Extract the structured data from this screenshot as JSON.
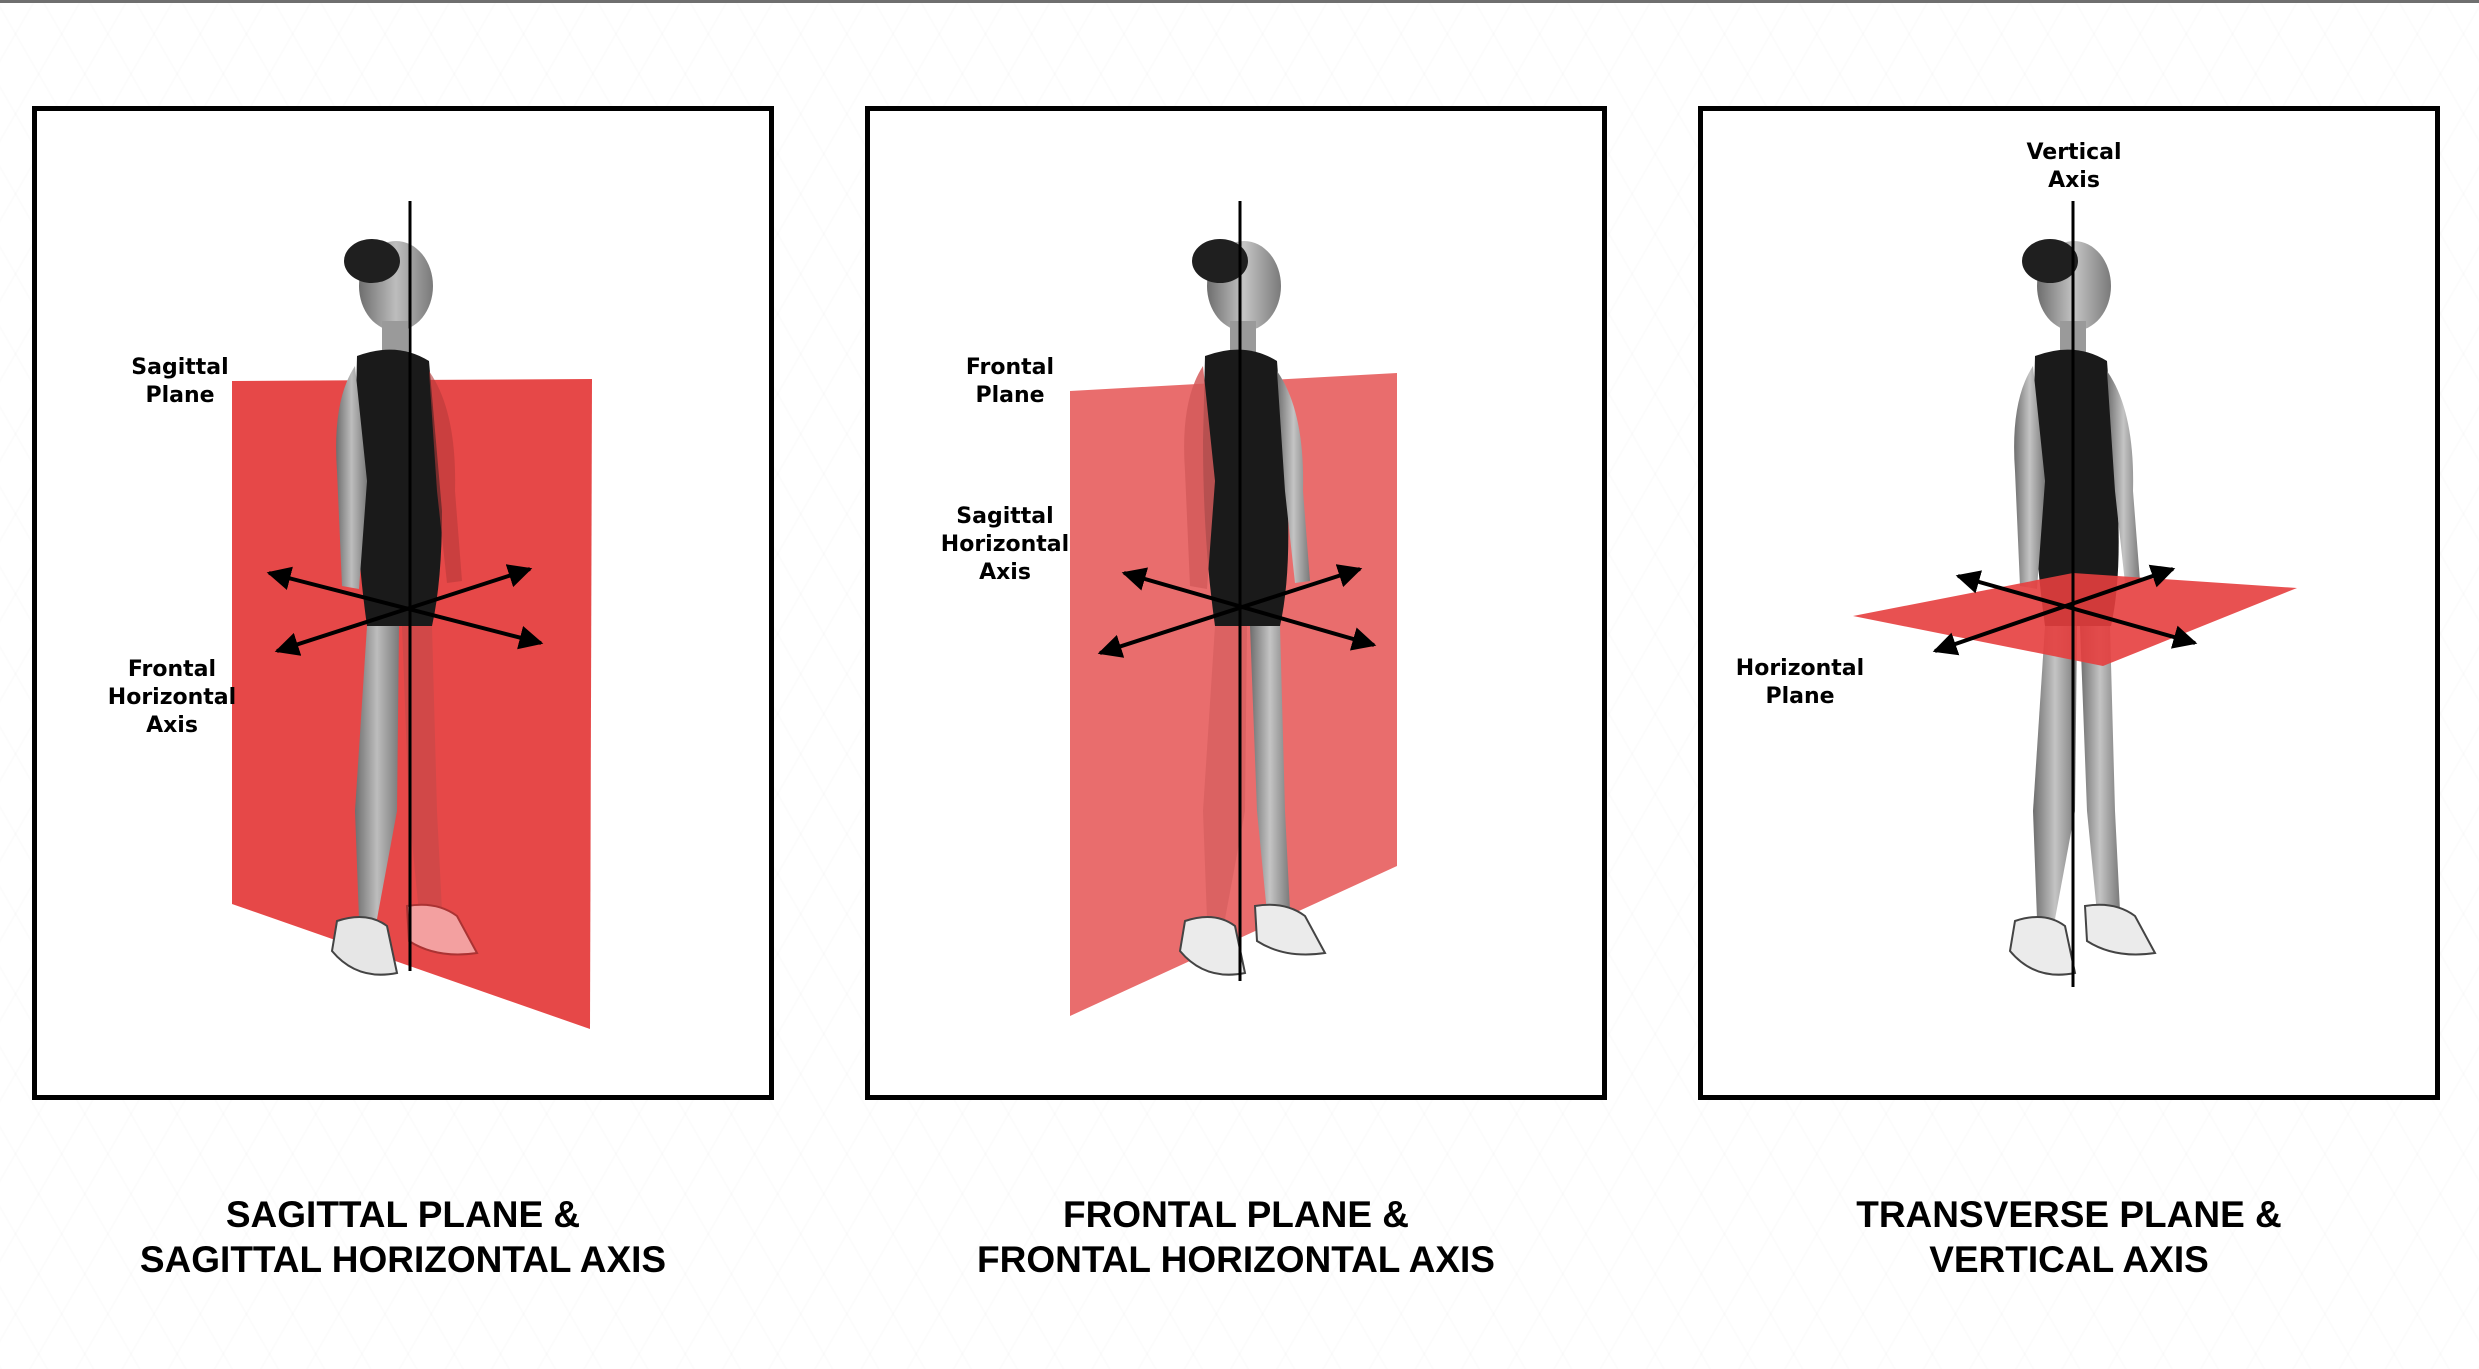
{
  "panels": [
    {
      "labels": {
        "plane": "Sagittal\nPlane",
        "axis": "Frontal\nHorizontal\nAxis"
      },
      "caption": {
        "line1": "SAGITTAL PLANE &",
        "line2": "SAGITTAL HORIZONTAL AXIS"
      }
    },
    {
      "labels": {
        "plane": "Frontal\nPlane",
        "axis": "Sagittal\nHorizontal\nAxis"
      },
      "caption": {
        "line1": "FRONTAL PLANE &",
        "line2": "FRONTAL HORIZONTAL AXIS"
      }
    },
    {
      "labels": {
        "axis": "Vertical\nAxis",
        "plane": "Horizontal\nPlane"
      },
      "caption": {
        "line1": "TRANSVERSE PLANE &",
        "line2": "VERTICAL AXIS"
      }
    }
  ],
  "colors": {
    "plane_red": "#e53e3e",
    "frontal_red": "#e86868",
    "border": "#000000",
    "figure_gray": "#8a8a8a",
    "outfit_black": "#1a1a1a"
  }
}
